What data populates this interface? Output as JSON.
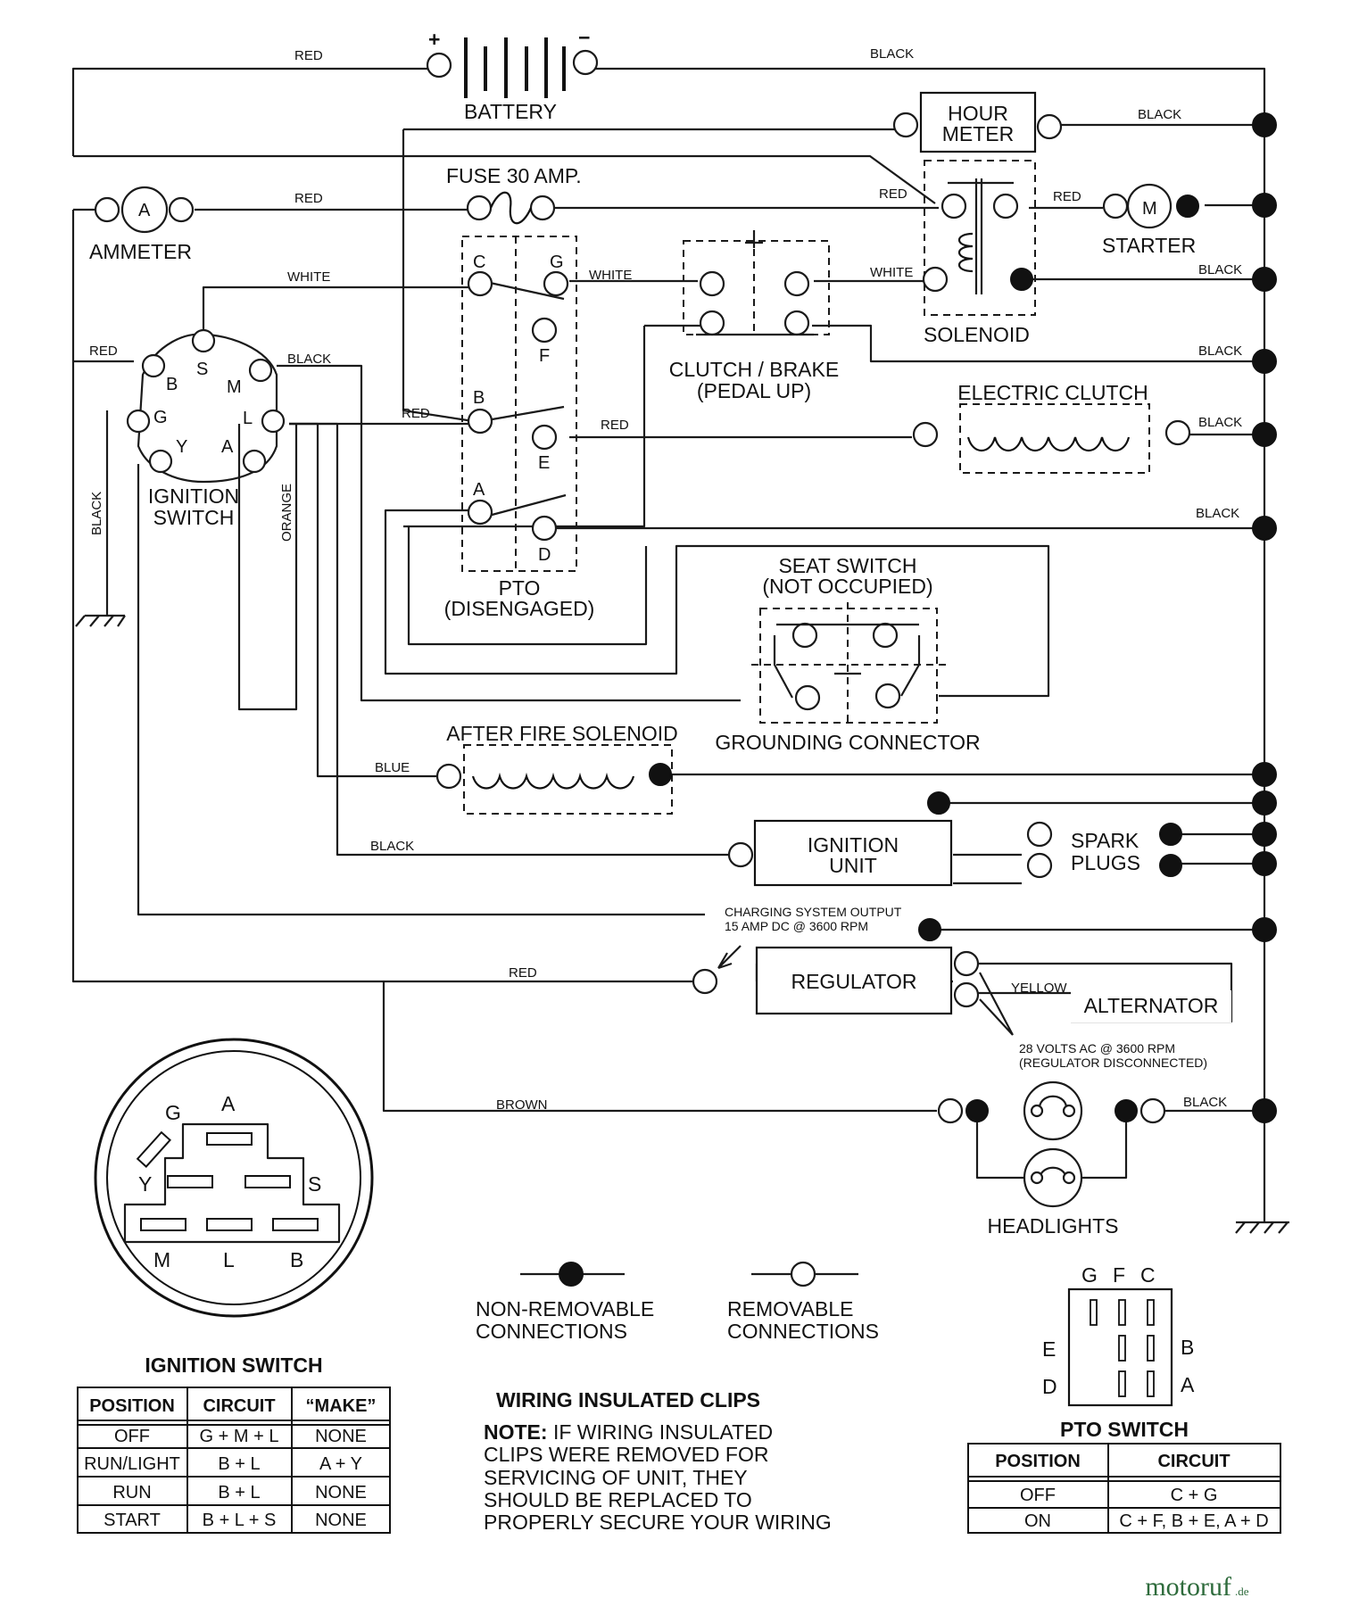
{
  "wire_colors": {
    "battery_pos": "RED",
    "battery_neg": "BLACK",
    "hour_meter": "BLACK",
    "fuse_out": "RED",
    "solenoid_in": "RED",
    "solenoid_out": "RED",
    "starter_gnd": "BLACK",
    "ammeter": "RED",
    "ign_white": "WHITE",
    "pto_white": "WHITE",
    "clutch_white": "WHITE",
    "solenoid_black": "BLACK",
    "clutch_black": "BLACK",
    "ign_red": "RED",
    "ign_black": "BLACK",
    "pto_red": "RED",
    "eclutch_red": "RED",
    "eclutch_black": "BLACK",
    "pto_d_black": "BLACK",
    "ground_black": "BLACK",
    "orange": "ORANGE",
    "blue": "BLUE",
    "ignition_black": "BLACK",
    "regulator_red": "RED",
    "alt_yellow": "YELLOW",
    "brown": "BROWN",
    "headlight_black": "BLACK"
  },
  "components": {
    "battery": "BATTERY",
    "battery_plus": "+",
    "battery_minus": "−",
    "hour_meter_1": "HOUR",
    "hour_meter_2": "METER",
    "fuse": "FUSE 30 AMP.",
    "ammeter": "AMMETER",
    "ammeter_symbol": "A",
    "starter": "STARTER",
    "starter_symbol": "M",
    "solenoid": "SOLENOID",
    "clutch_brake_1": "CLUTCH / BRAKE",
    "clutch_brake_2": "(PEDAL UP)",
    "electric_clutch": "ELECTRIC CLUTCH",
    "ignition_switch_1": "IGNITION",
    "ignition_switch_2": "SWITCH",
    "pto_1": "PTO",
    "pto_2": "(DISENGAGED)",
    "seat_switch_1": "SEAT SWITCH",
    "seat_switch_2": "(NOT OCCUPIED)",
    "grounding_connector": "GROUNDING CONNECTOR",
    "after_fire_solenoid": "AFTER FIRE SOLENOID",
    "ignition_unit_1": "IGNITION",
    "ignition_unit_2": "UNIT",
    "spark_plugs_1": "SPARK",
    "spark_plugs_2": "PLUGS",
    "regulator": "REGULATOR",
    "alternator": "ALTERNATOR",
    "headlights": "HEADLIGHTS",
    "charging_note_1": "CHARGING SYSTEM OUTPUT",
    "charging_note_2": "15 AMP DC @ 3600 RPM",
    "alt_note_1": "28 VOLTS AC @ 3600 RPM",
    "alt_note_2": "(REGULATOR DISCONNECTED)"
  },
  "ignition_terminals": [
    "S",
    "B",
    "M",
    "G",
    "L",
    "Y",
    "A"
  ],
  "pto_terminals": [
    "C",
    "G",
    "F",
    "B",
    "E",
    "A",
    "D"
  ],
  "legend": {
    "non_removable_1": "NON-REMOVABLE",
    "non_removable_2": "CONNECTIONS",
    "removable_1": "REMOVABLE",
    "removable_2": "CONNECTIONS"
  },
  "plug_face": {
    "terminals": [
      "G",
      "A",
      "Y",
      "S",
      "M",
      "L",
      "B"
    ]
  },
  "ignition_table": {
    "title": "IGNITION SWITCH",
    "headers": [
      "POSITION",
      "CIRCUIT",
      "“MAKE”"
    ],
    "rows": [
      [
        "OFF",
        "G + M + L",
        "NONE"
      ],
      [
        "RUN/LIGHT",
        "B + L",
        "A + Y"
      ],
      [
        "RUN",
        "B + L",
        "NONE"
      ],
      [
        "START",
        "B + L + S",
        "NONE"
      ]
    ]
  },
  "wiring_note": {
    "title": "WIRING INSULATED CLIPS",
    "lead": "NOTE:",
    "line1": " IF WIRING INSULATED",
    "line2": "CLIPS WERE REMOVED FOR",
    "line3": "SERVICING OF UNIT, THEY",
    "line4": "SHOULD BE REPLACED TO",
    "line5": "PROPERLY SECURE YOUR WIRING"
  },
  "pto_switch": {
    "top_labels": [
      "G",
      "F",
      "C"
    ],
    "left_labels": [
      "E",
      "D"
    ],
    "right_labels": [
      "B",
      "A"
    ],
    "title": "PTO SWITCH",
    "headers": [
      "POSITION",
      "CIRCUIT"
    ],
    "rows": [
      [
        "OFF",
        "C + G"
      ],
      [
        "ON",
        "C + F, B + E, A + D"
      ]
    ]
  },
  "watermark": {
    "brand": "motoruf",
    "tld": ".de"
  }
}
